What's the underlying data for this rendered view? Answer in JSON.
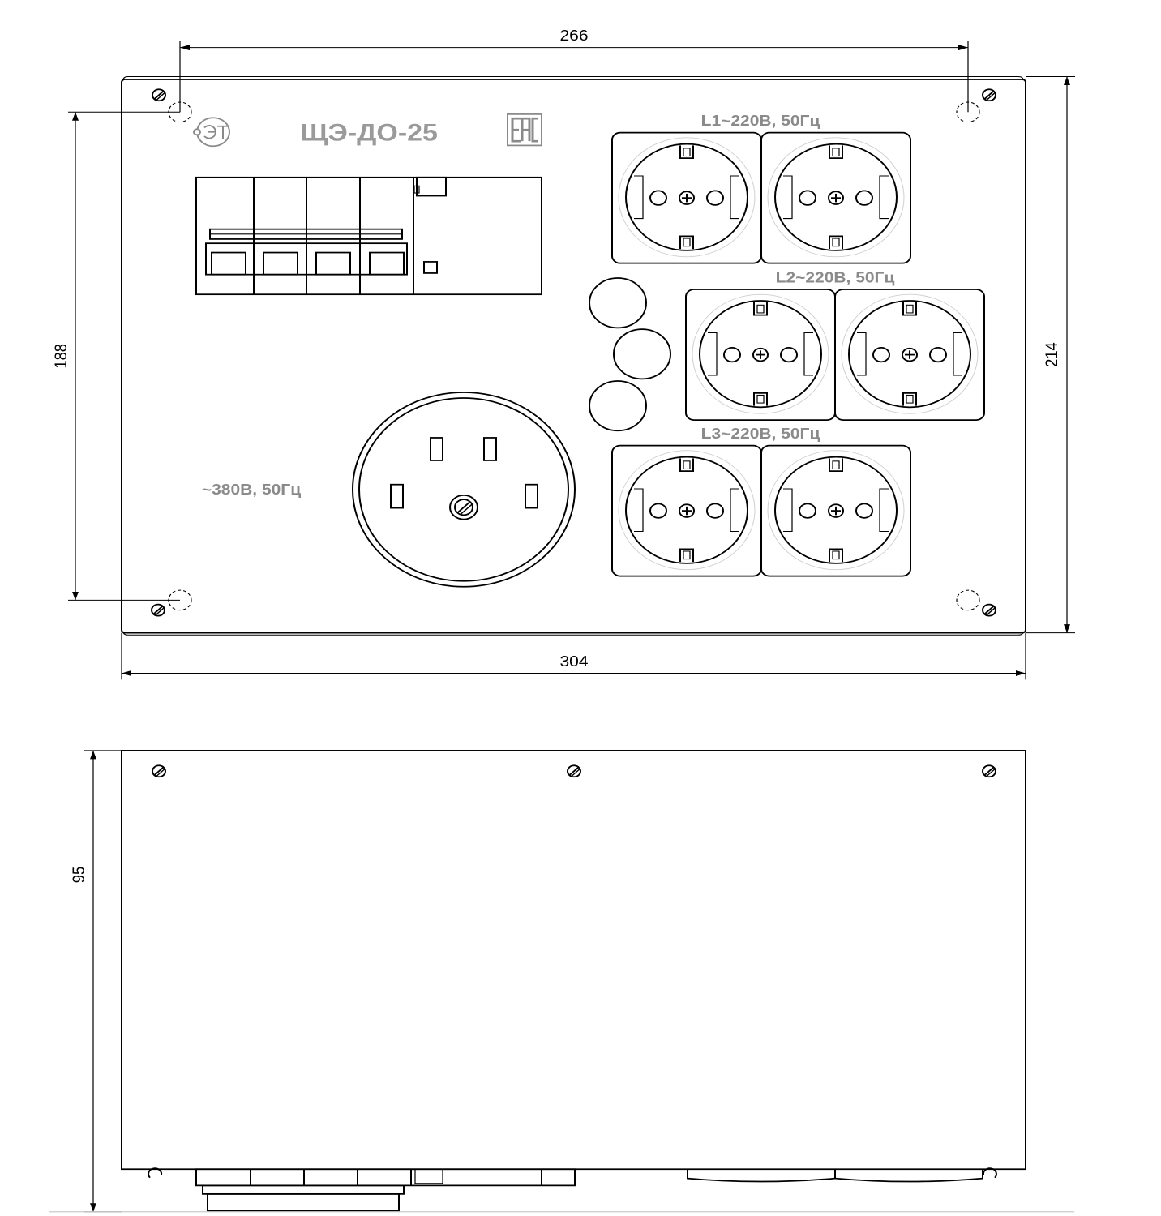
{
  "dimensions": {
    "top_width": "266",
    "bottom_width": "304",
    "left_height": "188",
    "right_height": "214",
    "side_height": "95"
  },
  "labels": {
    "model": "ЩЭ-ДО-25",
    "l1": "L1~220В, 50Гц",
    "l2": "L2~220В, 50Гц",
    "l3": "L3~220В, 50Гц",
    "three_phase": "~380В, 50Гц"
  },
  "logos": {
    "maker_mark": "ЭТ",
    "cert_mark": "EAC"
  },
  "colors": {
    "line": "#000000",
    "label_grey": "#8a8a8a",
    "background": "#ffffff"
  }
}
